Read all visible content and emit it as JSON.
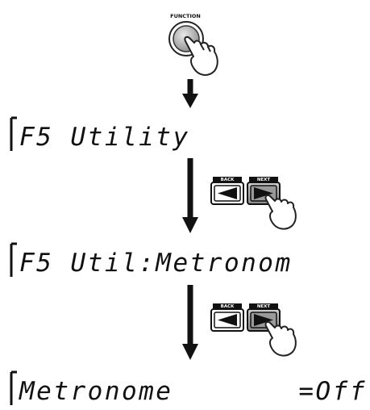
{
  "function_button": {
    "label": "FUNCTION"
  },
  "displays": [
    {
      "text": "F5 Utility"
    },
    {
      "text": "F5 Util:Metronom"
    },
    {
      "left": "Metronome",
      "right": "=Off"
    }
  ],
  "nav_buttons": {
    "back_label": "BACK",
    "next_label": "NEXT"
  }
}
